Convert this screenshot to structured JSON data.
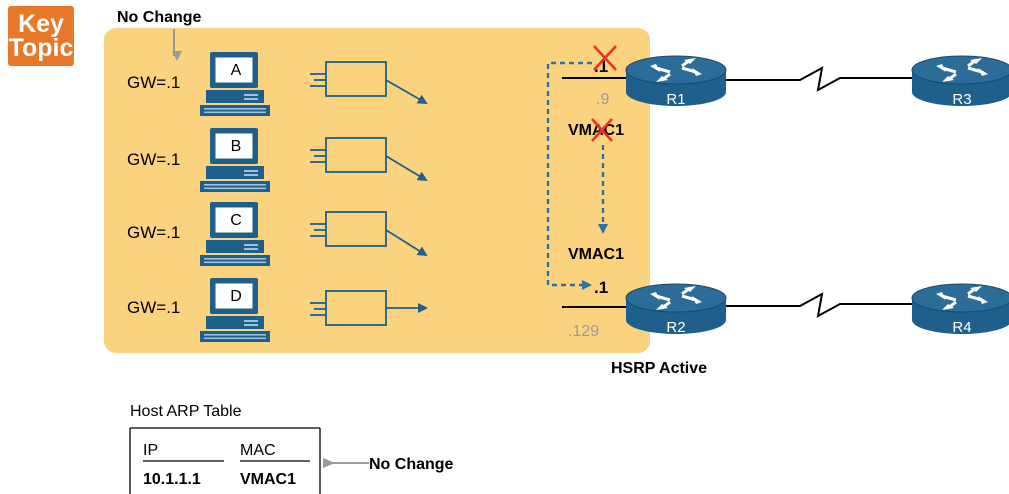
{
  "key_topic": {
    "line1": "Key",
    "line2": "Topic"
  },
  "top_label": "No Change",
  "hosts": [
    {
      "letter": "A",
      "gw": "GW=.1"
    },
    {
      "letter": "B",
      "gw": "GW=.1"
    },
    {
      "letter": "C",
      "gw": "GW=.1"
    },
    {
      "letter": "D",
      "gw": "GW=.1"
    }
  ],
  "routers": {
    "r1": "R1",
    "r2": "R2",
    "r3": "R3",
    "r4": "R4"
  },
  "interfaces": {
    "r1_vip": ".1",
    "r1_ip": ".9",
    "r1_vmac": "VMAC1",
    "r2_vmac": "VMAC1",
    "r2_vip": ".1",
    "r2_ip": ".129"
  },
  "hsrp_label": "HSRP Active",
  "arp_table": {
    "title": "Host ARP Table",
    "headers": [
      "IP",
      "MAC"
    ],
    "row": [
      "10.1.1.1",
      "VMAC1"
    ],
    "note": "No Change"
  },
  "colors": {
    "lan_fill": "#fbd37f",
    "router_fill": "#1f5f8b",
    "arrow_blue": "#1f5f8b",
    "dashed_blue": "#2a72a8",
    "red_x": "#e8312a",
    "badge_orange": "#e8782a",
    "gray": "#9a9a9a"
  }
}
